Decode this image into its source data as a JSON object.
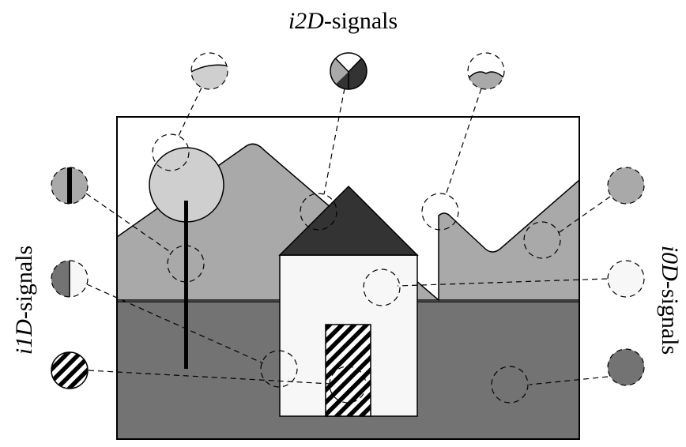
{
  "labels": {
    "top": {
      "prefix": "i2D",
      "suffix": "-signals"
    },
    "left": {
      "prefix": "i1D",
      "suffix": "-signals"
    },
    "right": {
      "prefix": "i0D",
      "suffix": "-signals"
    }
  },
  "colors": {
    "sky": "#ffffff",
    "mountains": "#a9a9a9",
    "ground": "#737373",
    "sun": "#cfcfcf",
    "house_wall": "#f7f7f7",
    "roof": "#333333",
    "pole": "#000000",
    "stroke": "#000000"
  }
}
